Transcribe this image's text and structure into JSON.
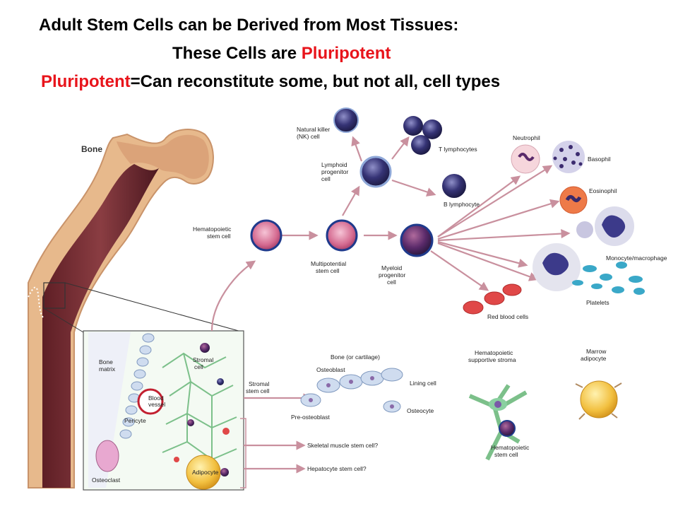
{
  "title": {
    "line1": "Adult Stem Cells can be Derived from Most Tissues:",
    "line2_prefix": "These Cells are ",
    "line2_highlight": "Pluripotent",
    "line3_highlight": "Pluripotent",
    "line3_rest": "=Can reconstitute some, but not all, cell types"
  },
  "labels": {
    "bone": "Bone",
    "nk_cell": [
      "Natural killer",
      "(NK) cell"
    ],
    "t_lymphocytes": "T lymphocytes",
    "lymphoid_progenitor": [
      "Lymphoid",
      "progenitor",
      "cell"
    ],
    "b_lymphocyte": "B lymphocyte",
    "hematopoietic_stem_cell": [
      "Hematopoietic",
      "stem cell"
    ],
    "multipotential_stem_cell": [
      "Multipotential",
      "stem cell"
    ],
    "myeloid_progenitor": [
      "Myeloid",
      "progenitor",
      "cell"
    ],
    "neutrophil": "Neutrophil",
    "basophil": "Basophil",
    "eosinophil": "Eosinophil",
    "monocyte_macrophage": "Monocyte/macrophage",
    "platelets": "Platelets",
    "red_blood_cells": "Red blood cells",
    "bone_matrix": [
      "Bone",
      "matrix"
    ],
    "stromal_cell": [
      "Stromal",
      "cell"
    ],
    "blood_vessel": [
      "Blood",
      "vessel"
    ],
    "pericyte": "Pericyte",
    "osteoclast": "Osteoclast",
    "adipocyte": "Adipocyte",
    "stromal_stem_cell": [
      "Stromal",
      "stem cell"
    ],
    "bone_or_cartilage": "Bone (or cartilage)",
    "osteoblast": "Osteoblast",
    "lining_cell": "Lining cell",
    "osteocyte": "Osteocyte",
    "pre_osteoblast": "Pre-osteoblast",
    "skeletal_muscle_stem_cell": "Skeletal muscle stem cell?",
    "hepatocyte_stem_cell": "Hepatocyte stem cell?",
    "hematopoietic_supportive_stroma": [
      "Hematopoietic",
      "supportive stroma"
    ],
    "marrow_adipocyte": [
      "Marrow",
      "adipocyte"
    ],
    "hematopoietic_stem_cell_2": [
      "Hematopoietic",
      "stem cell"
    ]
  }
}
